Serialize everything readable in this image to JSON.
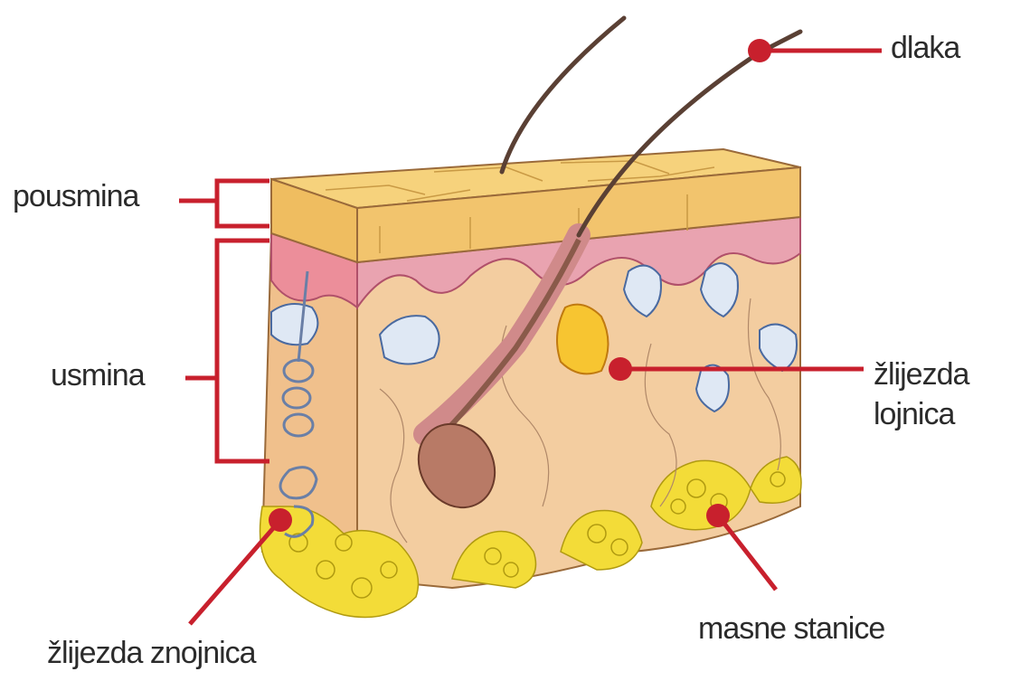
{
  "labels": {
    "dlaka": "dlaka",
    "pousmina": "pousmina",
    "usmina": "usmina",
    "zlijezda_lojnica_line1": "žlijezda",
    "zlijezda_lojnica_line2": "lojnica",
    "masne_stanice": "masne stanice",
    "zlijezda_znojnica": "žlijezda znojnica"
  },
  "colors": {
    "pointer": "#c8202d",
    "epidermis": "#f2c46d",
    "dermis": "#f1c79a",
    "papillary": "#e89aa8",
    "fat": "#f3dc38",
    "hair": "#5a4034",
    "text": "#2b2b2b"
  }
}
